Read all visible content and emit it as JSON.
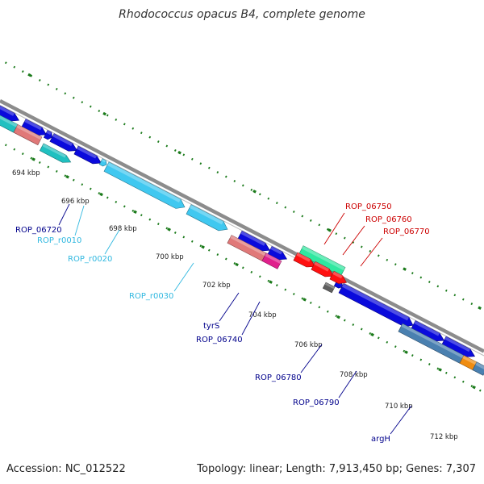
{
  "title": "Rhodococcus opacus B4, complete genome",
  "footer": {
    "accession": "Accession: NC_012522",
    "summary": "Topology: linear; Length: 7,913,450 bp; Genes: 7,307"
  },
  "colors": {
    "backbone": "#8c8c8c",
    "tick": "#1a7a1a",
    "gene": "#0a0adc",
    "gene_label": "#00008b",
    "rrna": "#40c8f0",
    "rrna_label": "#30b8e0",
    "highlight": "#ff1010",
    "highlight_label": "#cc0000",
    "trna": "#e07878",
    "cyan": "#20c0c0",
    "mint": "#30e8a0",
    "magenta": "#e0208c",
    "steel": "#4a80b0",
    "orange": "#f08c10",
    "gray": "#606060"
  },
  "scale_labels": [
    "694 kbp",
    "696 kbp",
    "698 kbp",
    "700 kbp",
    "702 kbp",
    "704 kbp",
    "706 kbp",
    "708 kbp",
    "710 kbp",
    "712 kbp"
  ],
  "features": [
    {
      "name": "ROP_06720",
      "type": "gene"
    },
    {
      "name": "ROP_r0010",
      "type": "rrna"
    },
    {
      "name": "ROP_r0020",
      "type": "rrna"
    },
    {
      "name": "ROP_r0030",
      "type": "rrna"
    },
    {
      "name": "tyrS",
      "type": "gene"
    },
    {
      "name": "ROP_06740",
      "type": "gene"
    },
    {
      "name": "ROP_06750",
      "type": "highlight"
    },
    {
      "name": "ROP_06760",
      "type": "highlight"
    },
    {
      "name": "ROP_06770",
      "type": "highlight"
    },
    {
      "name": "ROP_06780",
      "type": "gene"
    },
    {
      "name": "ROP_06790",
      "type": "gene"
    },
    {
      "name": "argH",
      "type": "gene"
    }
  ]
}
